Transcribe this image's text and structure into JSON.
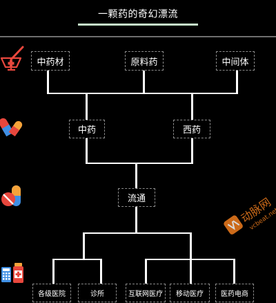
{
  "title": "一颗药的奇幻漂流",
  "colors": {
    "background": "#000000",
    "title_underline": "#c8f0cc",
    "line": "#ffffff",
    "node_border": "#8a8a8a",
    "icon_red": "#e8473d",
    "icon_orange": "#f6a33a",
    "icon_blue": "#3f8fe4",
    "watermark": "#f07d1e"
  },
  "level1": {
    "materials": "中药材",
    "api": "原料药",
    "intermediate": "中间体"
  },
  "level2": {
    "tcm": "中药",
    "western": "西药"
  },
  "level3": {
    "circulation": "流通"
  },
  "level4": {
    "hospital": "各级医院",
    "clinic": "诊所",
    "internet": "互联网医疗",
    "mobile": "移动医疗",
    "ecommerce": "医药电商"
  },
  "icons": [
    "mortar-pestle-icon",
    "capsules-icon",
    "pill-bottle-icon",
    "pharmacy-calculator-icon"
  ],
  "watermark": {
    "brand_glyph": "动脉网",
    "site": "vcbeat.net"
  }
}
